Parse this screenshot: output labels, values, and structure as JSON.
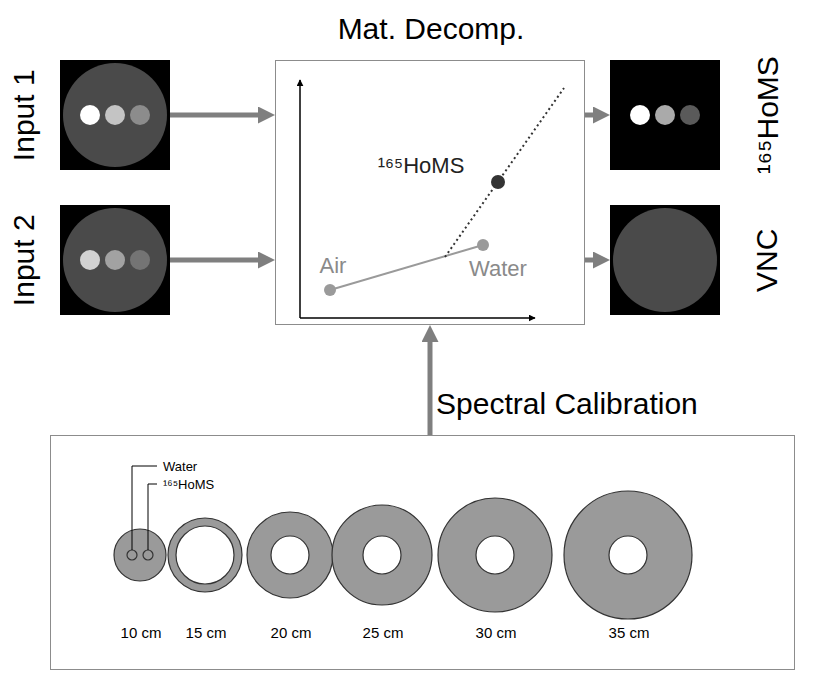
{
  "diagram": {
    "nodes": [
      {
        "text": [
          "Input 1"
        ]
      },
      {
        "text": [
          "Input 2"
        ]
      },
      {
        "text": [
          "Mat. Decomp.",
          "¹⁶⁵HoMS",
          "Air",
          "Water"
        ]
      },
      {
        "text": [
          "¹⁶⁵HoMS"
        ]
      },
      {
        "text": [
          "VNC"
        ]
      },
      {
        "text": [
          "Spectral Calibration",
          "Water",
          "¹⁶⁵HoMS",
          "10 cm",
          "15 cm",
          "20 cm",
          "25 cm",
          "30 cm",
          "35 cm"
        ]
      }
    ],
    "edges": [
      {
        "from": 0,
        "to": 2,
        "arrow": "to"
      },
      {
        "from": 1,
        "to": 2,
        "arrow": "to"
      },
      {
        "from": 2,
        "to": 3,
        "arrow": "to"
      },
      {
        "from": 2,
        "to": 4,
        "arrow": "to"
      },
      {
        "from": 5,
        "to": 2,
        "arrow": "to"
      }
    ]
  }
}
